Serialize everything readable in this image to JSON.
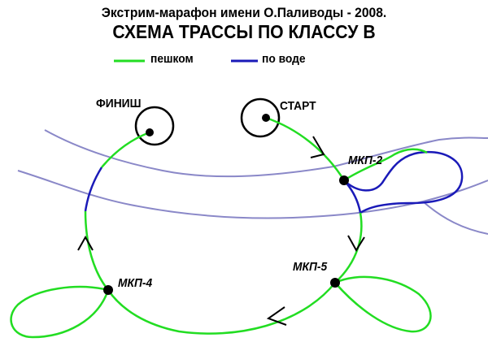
{
  "header": {
    "subtitle": "Экстрим-марафон имени О.Паливоды - 2008.",
    "title": "СХЕМА ТРАССЫ ПО КЛАССУ В"
  },
  "legend": {
    "walk": {
      "label": "пешком",
      "color": "#22dd22"
    },
    "water": {
      "label": "по воде",
      "color": "#1a1ab8"
    }
  },
  "colors": {
    "river": "#8a88c8",
    "ring": "#000000",
    "checkpoint": "#000000"
  },
  "points": {
    "finish": "ФИНИШ",
    "start": "СТАРТ",
    "mkp2": "МКП-2",
    "mkp5": "МКП-5",
    "mkp4": "МКП-4"
  }
}
